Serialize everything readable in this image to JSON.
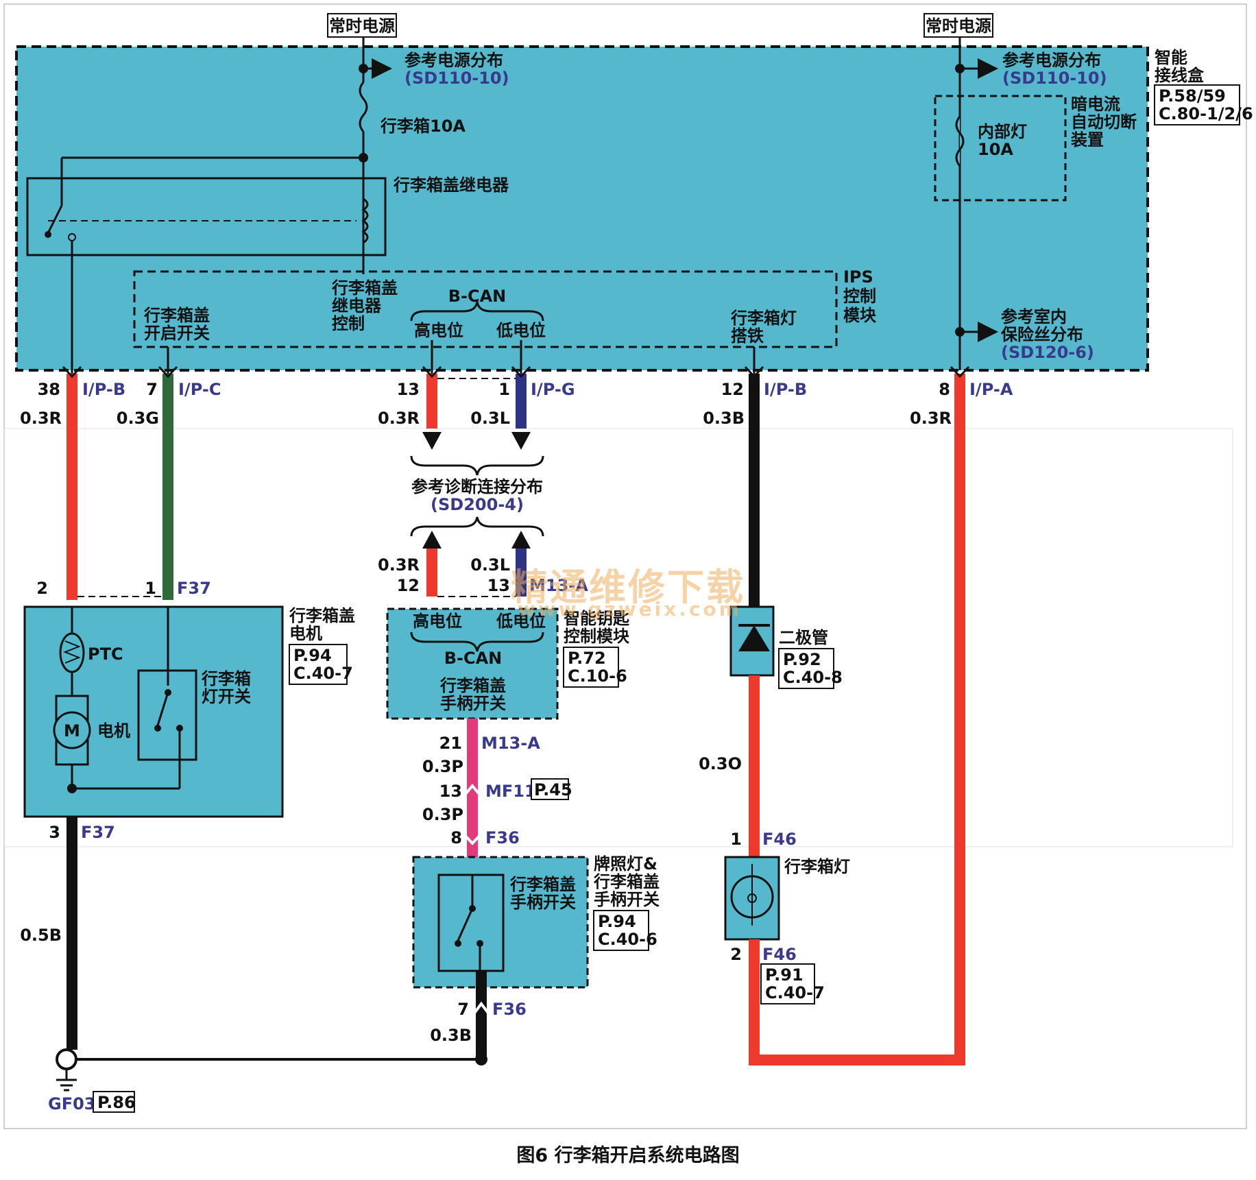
{
  "colors": {
    "panel": "#56b8cc",
    "wire_red": "#ee3a2c",
    "wire_green": "#2f6b3a",
    "wire_blue": "#2e3385",
    "wire_black": "#111111",
    "wire_pink": "#e23a7a",
    "net_label": "#3a3a8c"
  },
  "title": "图6 行李箱开启系统电路图",
  "watermark": {
    "cn": "精通维修下载",
    "url": "www.gzweix.com"
  },
  "power": {
    "left": "常时电源",
    "right": "常时电源"
  },
  "ref_power_left": {
    "text": "参考电源分布",
    "code": "(SD110-10)"
  },
  "ref_power_right": {
    "text": "参考电源分布",
    "code": "(SD110-10)"
  },
  "fuse_trunk": "行李箱10A",
  "relay_label": "行李箱盖继电器",
  "smart_box": {
    "l1": "智能",
    "l2": "接线盒",
    "p": "P.58/59",
    "c": "C.80-1/2/6"
  },
  "dark_current": {
    "l1": "暗电流",
    "l2": "自动切断",
    "l3": "装置"
  },
  "inner_lamp": {
    "l1": "内部灯",
    "l2": "10A"
  },
  "ref_fuse": {
    "l1": "参考室内",
    "l2": "保险丝分布",
    "code": "(SD120-6)"
  },
  "ips": {
    "l1": "IPS",
    "l2": "控制",
    "l3": "模块"
  },
  "ips_relay_ctrl": {
    "l1": "行李箱盖",
    "l2": "继电器",
    "l3": "控制"
  },
  "ips_open_sw": {
    "l1": "行李箱盖",
    "l2": "开启开关"
  },
  "ips_lamp_gnd": {
    "l1": "行李箱灯",
    "l2": "搭铁"
  },
  "bcan_top": {
    "name": "B-CAN",
    "high": "高电位",
    "low": "低电位"
  },
  "conn_top": {
    "w1": {
      "pin": "38",
      "conn": "I/P-B",
      "spec": "0.3R"
    },
    "w2": {
      "pin": "7",
      "conn": "I/P-C",
      "spec": "0.3G"
    },
    "w3": {
      "pin": "13",
      "spec": "0.3R"
    },
    "w4": {
      "pin": "1",
      "conn": "I/P-G",
      "spec": "0.3L"
    },
    "w5": {
      "pin": "12",
      "conn": "I/P-B",
      "spec": "0.3B"
    },
    "w6": {
      "pin": "8",
      "conn": "I/P-A",
      "spec": "0.3R"
    }
  },
  "diag": {
    "text": "参考诊断连接分布",
    "code": "(SD200-4)"
  },
  "smk_conn": {
    "spec_r": "0.3R",
    "spec_l": "0.3L",
    "pin_r": "12",
    "pin_l": "13",
    "conn": "M13-A"
  },
  "smk": {
    "high": "高电位",
    "low": "低电位",
    "bus": "B-CAN",
    "l1": "行李箱盖",
    "l2": "手柄开关",
    "n1": "智能钥匙",
    "n2": "控制模块",
    "p": "P.72",
    "c": "C.10-6"
  },
  "motor_conn": {
    "pin2": "2",
    "pin1": "1",
    "conn": "F37",
    "pin3": "3",
    "conn3": "F37"
  },
  "motor": {
    "ptc": "PTC",
    "m": "M",
    "motor": "电机",
    "sw1": "行李箱",
    "sw2": "灯开关",
    "n1": "行李箱盖",
    "n2": "电机",
    "p": "P.94",
    "c": "C.40-7"
  },
  "ground_wire": "0.5B",
  "gnd": {
    "name": "GF03",
    "p": "P.86"
  },
  "pink": {
    "pin21": "21",
    "conn21": "M13-A",
    "spec1": "0.3P",
    "pin13": "13",
    "conn13": "MF11",
    "p45": "P.45",
    "spec2": "0.3P",
    "pin8": "8",
    "conn8": "F36",
    "pin7": "7",
    "conn7": "F36",
    "spec3": "0.3B"
  },
  "handle_sw": {
    "l1": "行李箱盖",
    "l2": "手柄开关",
    "n1": "牌照灯&",
    "n2": "行李箱盖",
    "n3": "手柄开关",
    "p": "P.94",
    "c": "C.40-6"
  },
  "diode": {
    "name": "二极管",
    "p": "P.92",
    "c": "C.40-8",
    "spec": "0.3O"
  },
  "lamp": {
    "pin1": "1",
    "conn1": "F46",
    "pin2": "2",
    "conn2": "F46",
    "name": "行李箱灯",
    "p": "P.91",
    "c": "C.40-7"
  }
}
